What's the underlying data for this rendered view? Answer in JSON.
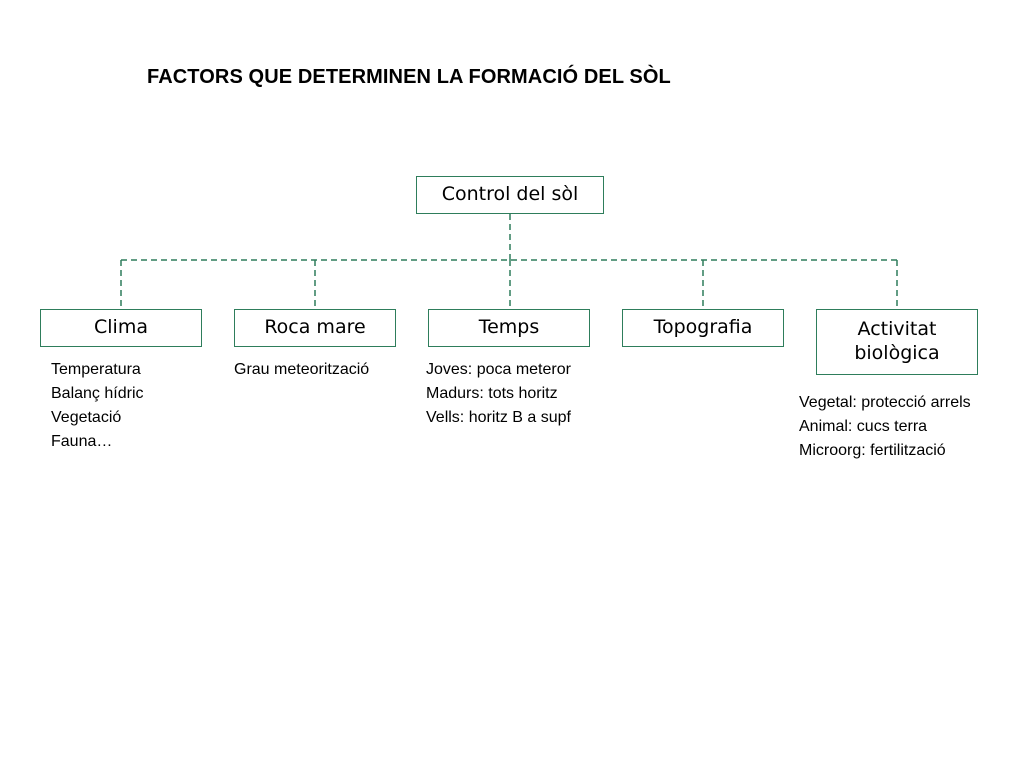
{
  "title": "FACTORS QUE DETERMINEN LA FORMACIÓ DEL SÒL",
  "root": "Control del sòl",
  "colors": {
    "box_border": "#2e7d5b",
    "connector": "#2e7d5b"
  },
  "factors": [
    {
      "label": "Clima",
      "notes": [
        "Temperatura",
        "Balanç hídric",
        "Vegetació",
        "Fauna…"
      ]
    },
    {
      "label": "Roca mare",
      "notes": [
        "Grau meteorització"
      ]
    },
    {
      "label": "Temps",
      "notes": [
        "Joves: poca meteror",
        "Madurs: tots horitz",
        "Vells: horitz B a supf"
      ]
    },
    {
      "label": "Topografia",
      "notes": []
    },
    {
      "label": "Activitat biològica",
      "notes": [
        "Vegetal: protecció arrels",
        "Animal: cucs terra",
        "Microorg: fertilització"
      ]
    }
  ]
}
